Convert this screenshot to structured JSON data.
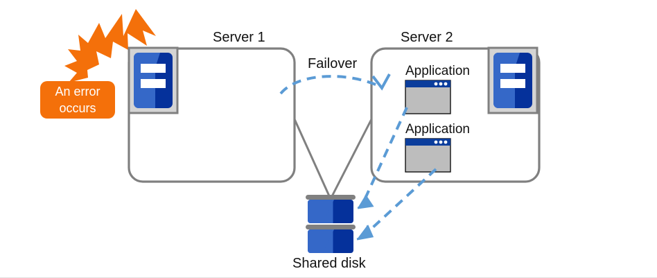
{
  "diagram": {
    "title_server1": "Server 1",
    "title_server2": "Server 2",
    "failover_label": "Failover",
    "shared_disk_label": "Shared disk",
    "error_line1": "An error",
    "error_line2": "occurs",
    "applications": [
      {
        "label": "Application"
      },
      {
        "label": "Application"
      }
    ],
    "icons": {
      "server1_icon": "server-icon",
      "server2_icon": "server-icon",
      "disk_icon": "shared-disk-icon",
      "burst_icon": "error-burst-icon",
      "app_icon": "application-window-icon",
      "failover_arrow": "failover-dashed-arrow",
      "access_arrow": "disk-access-dashed-arrow"
    },
    "colors": {
      "accent_orange": "#f4700a",
      "box_gray": "#808080",
      "icon_blue_light": "#3568c8",
      "icon_blue_dark": "#05319b",
      "window_gray": "#bdbdbd",
      "window_title_blue": "#0b3d9c",
      "arrow_blue": "#5b9bd5",
      "text_black": "#111111",
      "icon_frame_gray": "#d4d4d4"
    }
  }
}
